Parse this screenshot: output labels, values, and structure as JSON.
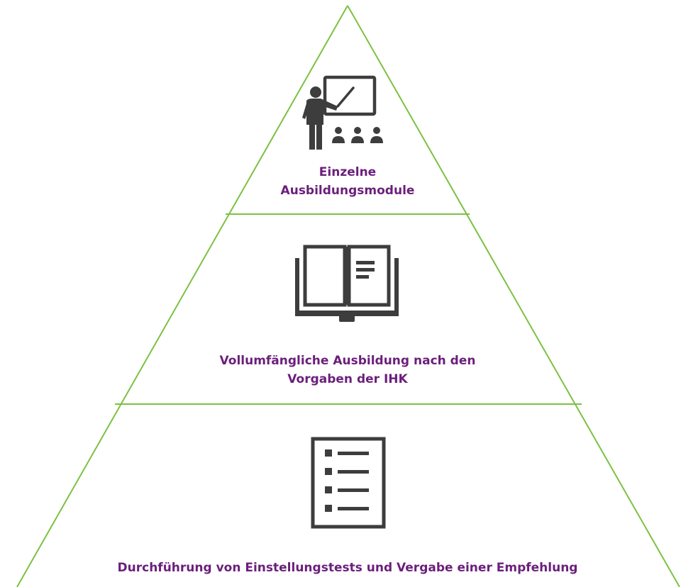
{
  "colors": {
    "outline": "#7cc142",
    "label": "#6b1f7c",
    "icon": "#3d3d3d"
  },
  "levels": [
    {
      "icon": "teacher-presentation-icon",
      "label_lines": [
        "Einzelne",
        "Ausbildungsmodule"
      ]
    },
    {
      "icon": "open-book-icon",
      "label_lines": [
        "Vollumfängliche Ausbildung nach den",
        "Vorgaben der IHK"
      ]
    },
    {
      "icon": "checklist-icon",
      "label_lines": [
        "Durchführung von Einstellungstests und Vergabe einer Empfehlung"
      ]
    }
  ]
}
